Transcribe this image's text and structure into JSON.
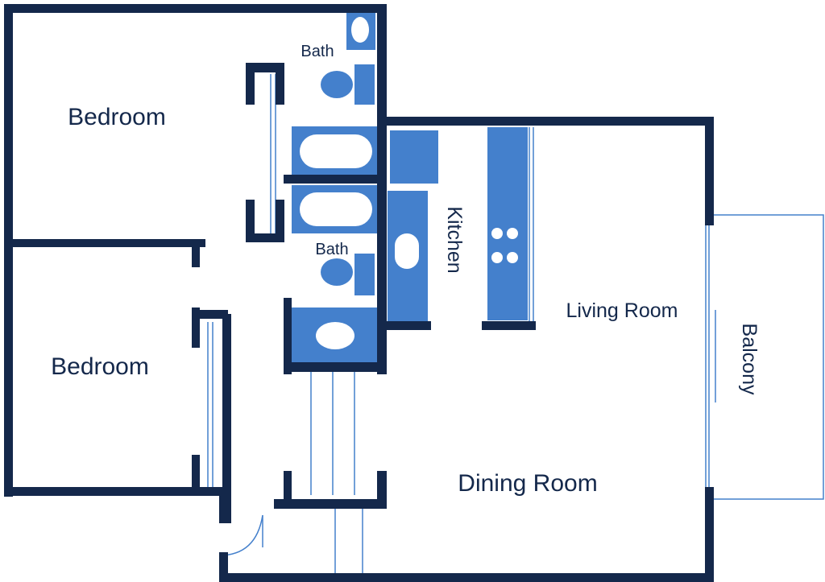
{
  "colors": {
    "wall": "#14284b",
    "fixture": "#4480cc",
    "background": "#ffffff"
  },
  "rooms": {
    "bedroom_top": "Bedroom",
    "bedroom_bottom": "Bedroom",
    "bath_top": "Bath",
    "bath_bottom": "Bath",
    "kitchen": "Kitchen",
    "living_room": "Living Room",
    "dining_room": "Dining Room",
    "balcony": "Balcony"
  }
}
